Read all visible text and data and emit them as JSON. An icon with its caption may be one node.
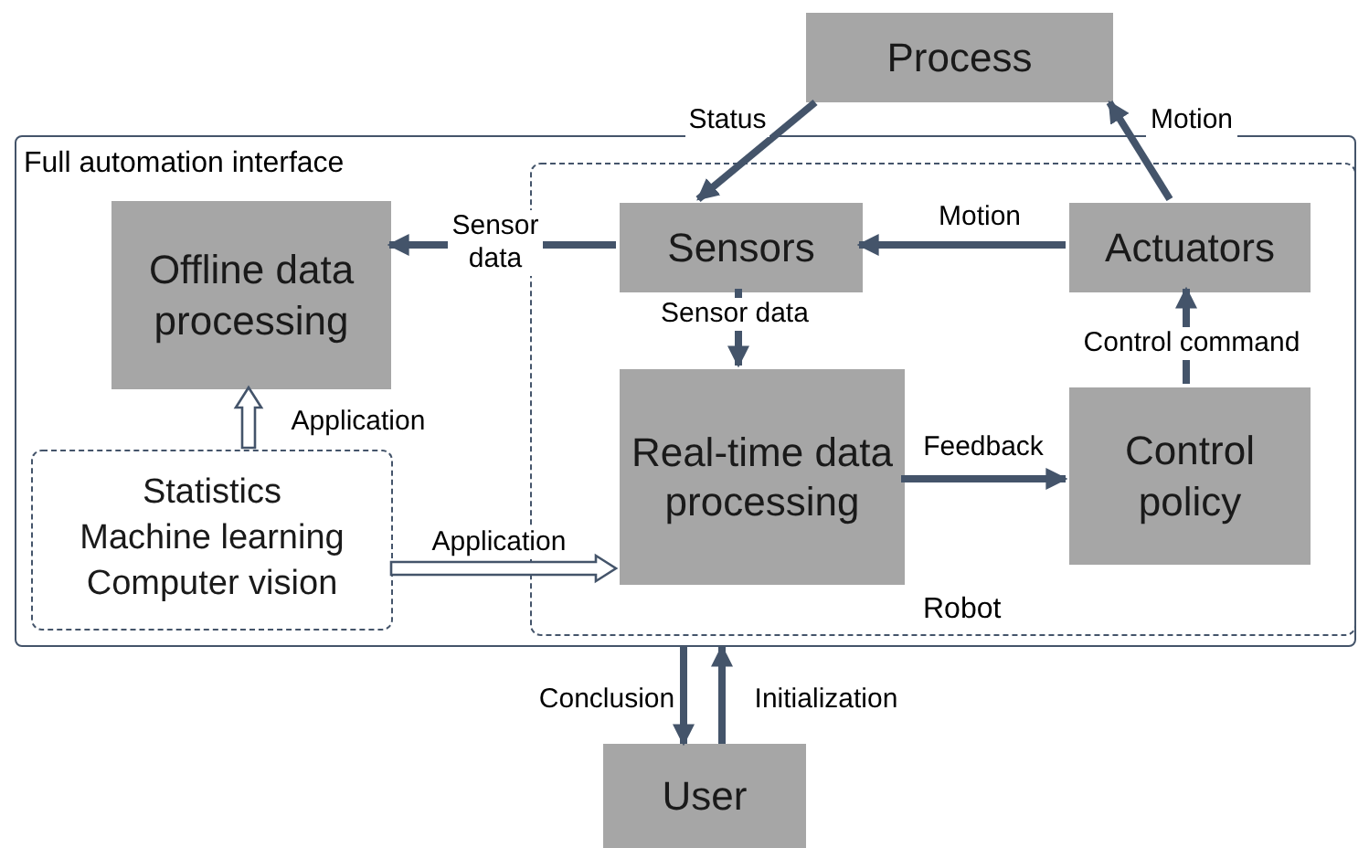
{
  "diagram": {
    "nodes": [
      {
        "text": [
          "Process"
        ]
      },
      {
        "text": [
          "Full automation interface"
        ]
      },
      {
        "text": [
          "Offline data processing"
        ],
        "in": 1
      },
      {
        "text": [
          "Robot"
        ],
        "in": 1
      },
      {
        "text": [
          "Sensors"
        ],
        "in": 3
      },
      {
        "text": [
          "Actuators"
        ],
        "in": 3
      },
      {
        "text": [
          "Real-time data processing"
        ],
        "in": 3
      },
      {
        "text": [
          "Control policy"
        ],
        "in": 3
      },
      {
        "text": [
          "Statistics",
          "Machine learning",
          "Computer vision"
        ],
        "in": 1
      },
      {
        "text": [
          "User"
        ]
      }
    ],
    "edges": [
      {
        "from": 0,
        "to": 4,
        "arrow": "to",
        "label": "Status"
      },
      {
        "from": 5,
        "to": 0,
        "arrow": "to",
        "label": "Motion"
      },
      {
        "from": 5,
        "to": 4,
        "arrow": "to",
        "label": "Motion"
      },
      {
        "from": 4,
        "to": 2,
        "arrow": "to",
        "label": "Sensor data"
      },
      {
        "from": 4,
        "to": 6,
        "arrow": "to",
        "label": "Sensor data"
      },
      {
        "from": 6,
        "to": 7,
        "arrow": "to",
        "label": "Feedback"
      },
      {
        "from": 7,
        "to": 5,
        "arrow": "to",
        "label": "Control command"
      },
      {
        "from": 8,
        "to": 2,
        "arrow": "to",
        "label": "Application",
        "color": "#ffffff"
      },
      {
        "from": 8,
        "to": 6,
        "arrow": "to",
        "label": "Application",
        "color": "#ffffff"
      },
      {
        "from": 1,
        "to": 9,
        "arrow": "to",
        "label": "Conclusion"
      },
      {
        "from": 9,
        "to": 1,
        "arrow": "to",
        "label": "Initialization"
      }
    ]
  }
}
